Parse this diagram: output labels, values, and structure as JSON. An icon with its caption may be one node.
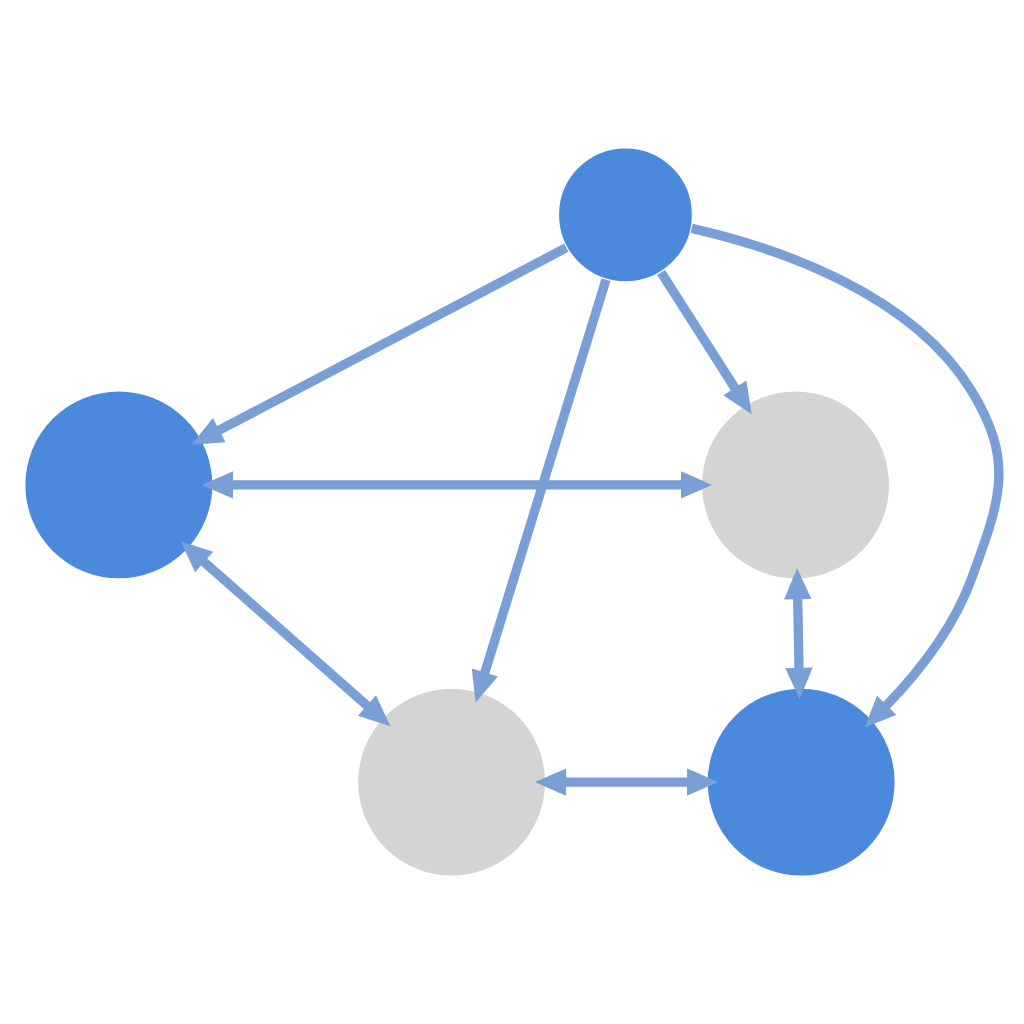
{
  "diagram": {
    "nodes": [
      {
        "text": [],
        "shape": "circle"
      },
      {
        "text": [],
        "shape": "circle"
      },
      {
        "text": [],
        "shape": "circle"
      },
      {
        "text": [],
        "shape": "circle"
      },
      {
        "text": [],
        "shape": "circle"
      }
    ],
    "edges": [
      {
        "from": 0,
        "to": 1,
        "arrow": "both"
      },
      {
        "from": 1,
        "to": 4,
        "arrow": "both"
      },
      {
        "from": 3,
        "to": 4,
        "arrow": "both"
      },
      {
        "from": 0,
        "to": 3,
        "arrow": "both"
      },
      {
        "from": 2,
        "to": 0,
        "arrow": "to"
      },
      {
        "from": 2,
        "to": 1,
        "arrow": "to"
      },
      {
        "from": 2,
        "to": 3,
        "arrow": "to"
      },
      {
        "from": 2,
        "to": 4,
        "arrow": "to"
      }
    ]
  }
}
